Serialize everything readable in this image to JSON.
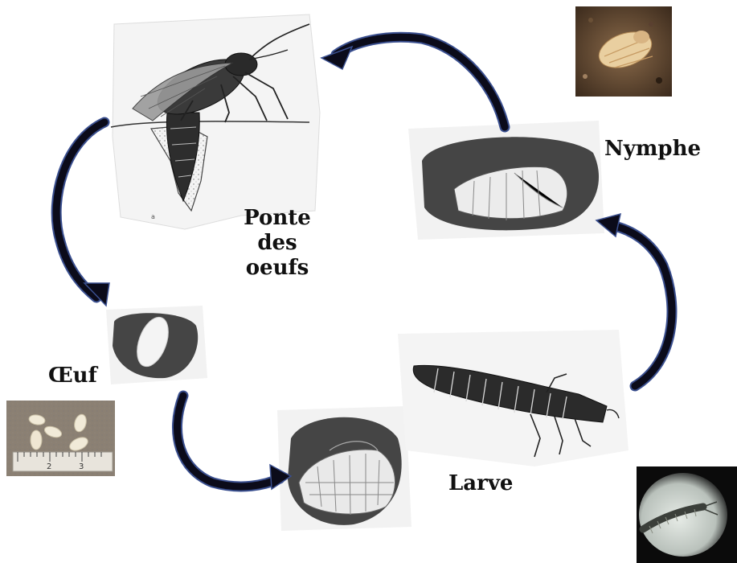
{
  "stages": {
    "ponte": {
      "line1": "Ponte des",
      "line2": "oeufs"
    },
    "nymphe": "Nymphe",
    "oeuf": "Œuf",
    "larve": "Larve"
  },
  "ruler_digits": [
    "2",
    "3"
  ],
  "colors": {
    "arrow_fill": "#0b0b1a",
    "arrow_edge": "#3a4f8f",
    "cell_dark": "#454545",
    "paper": "#f2f2f2"
  },
  "icons": {
    "adult": "adult-insect-laying-eggs-illustration",
    "egg": "egg-in-soil-cell-illustration",
    "larva": "larva-illustration",
    "larva_cell": "larva-in-soil-cell-illustration",
    "pupa": "pupa-in-soil-cell-illustration",
    "photo_pupa": "pupa-photo",
    "photo_eggs": "eggs-with-ruler-photo",
    "photo_larva": "larva-microscope-photo"
  }
}
